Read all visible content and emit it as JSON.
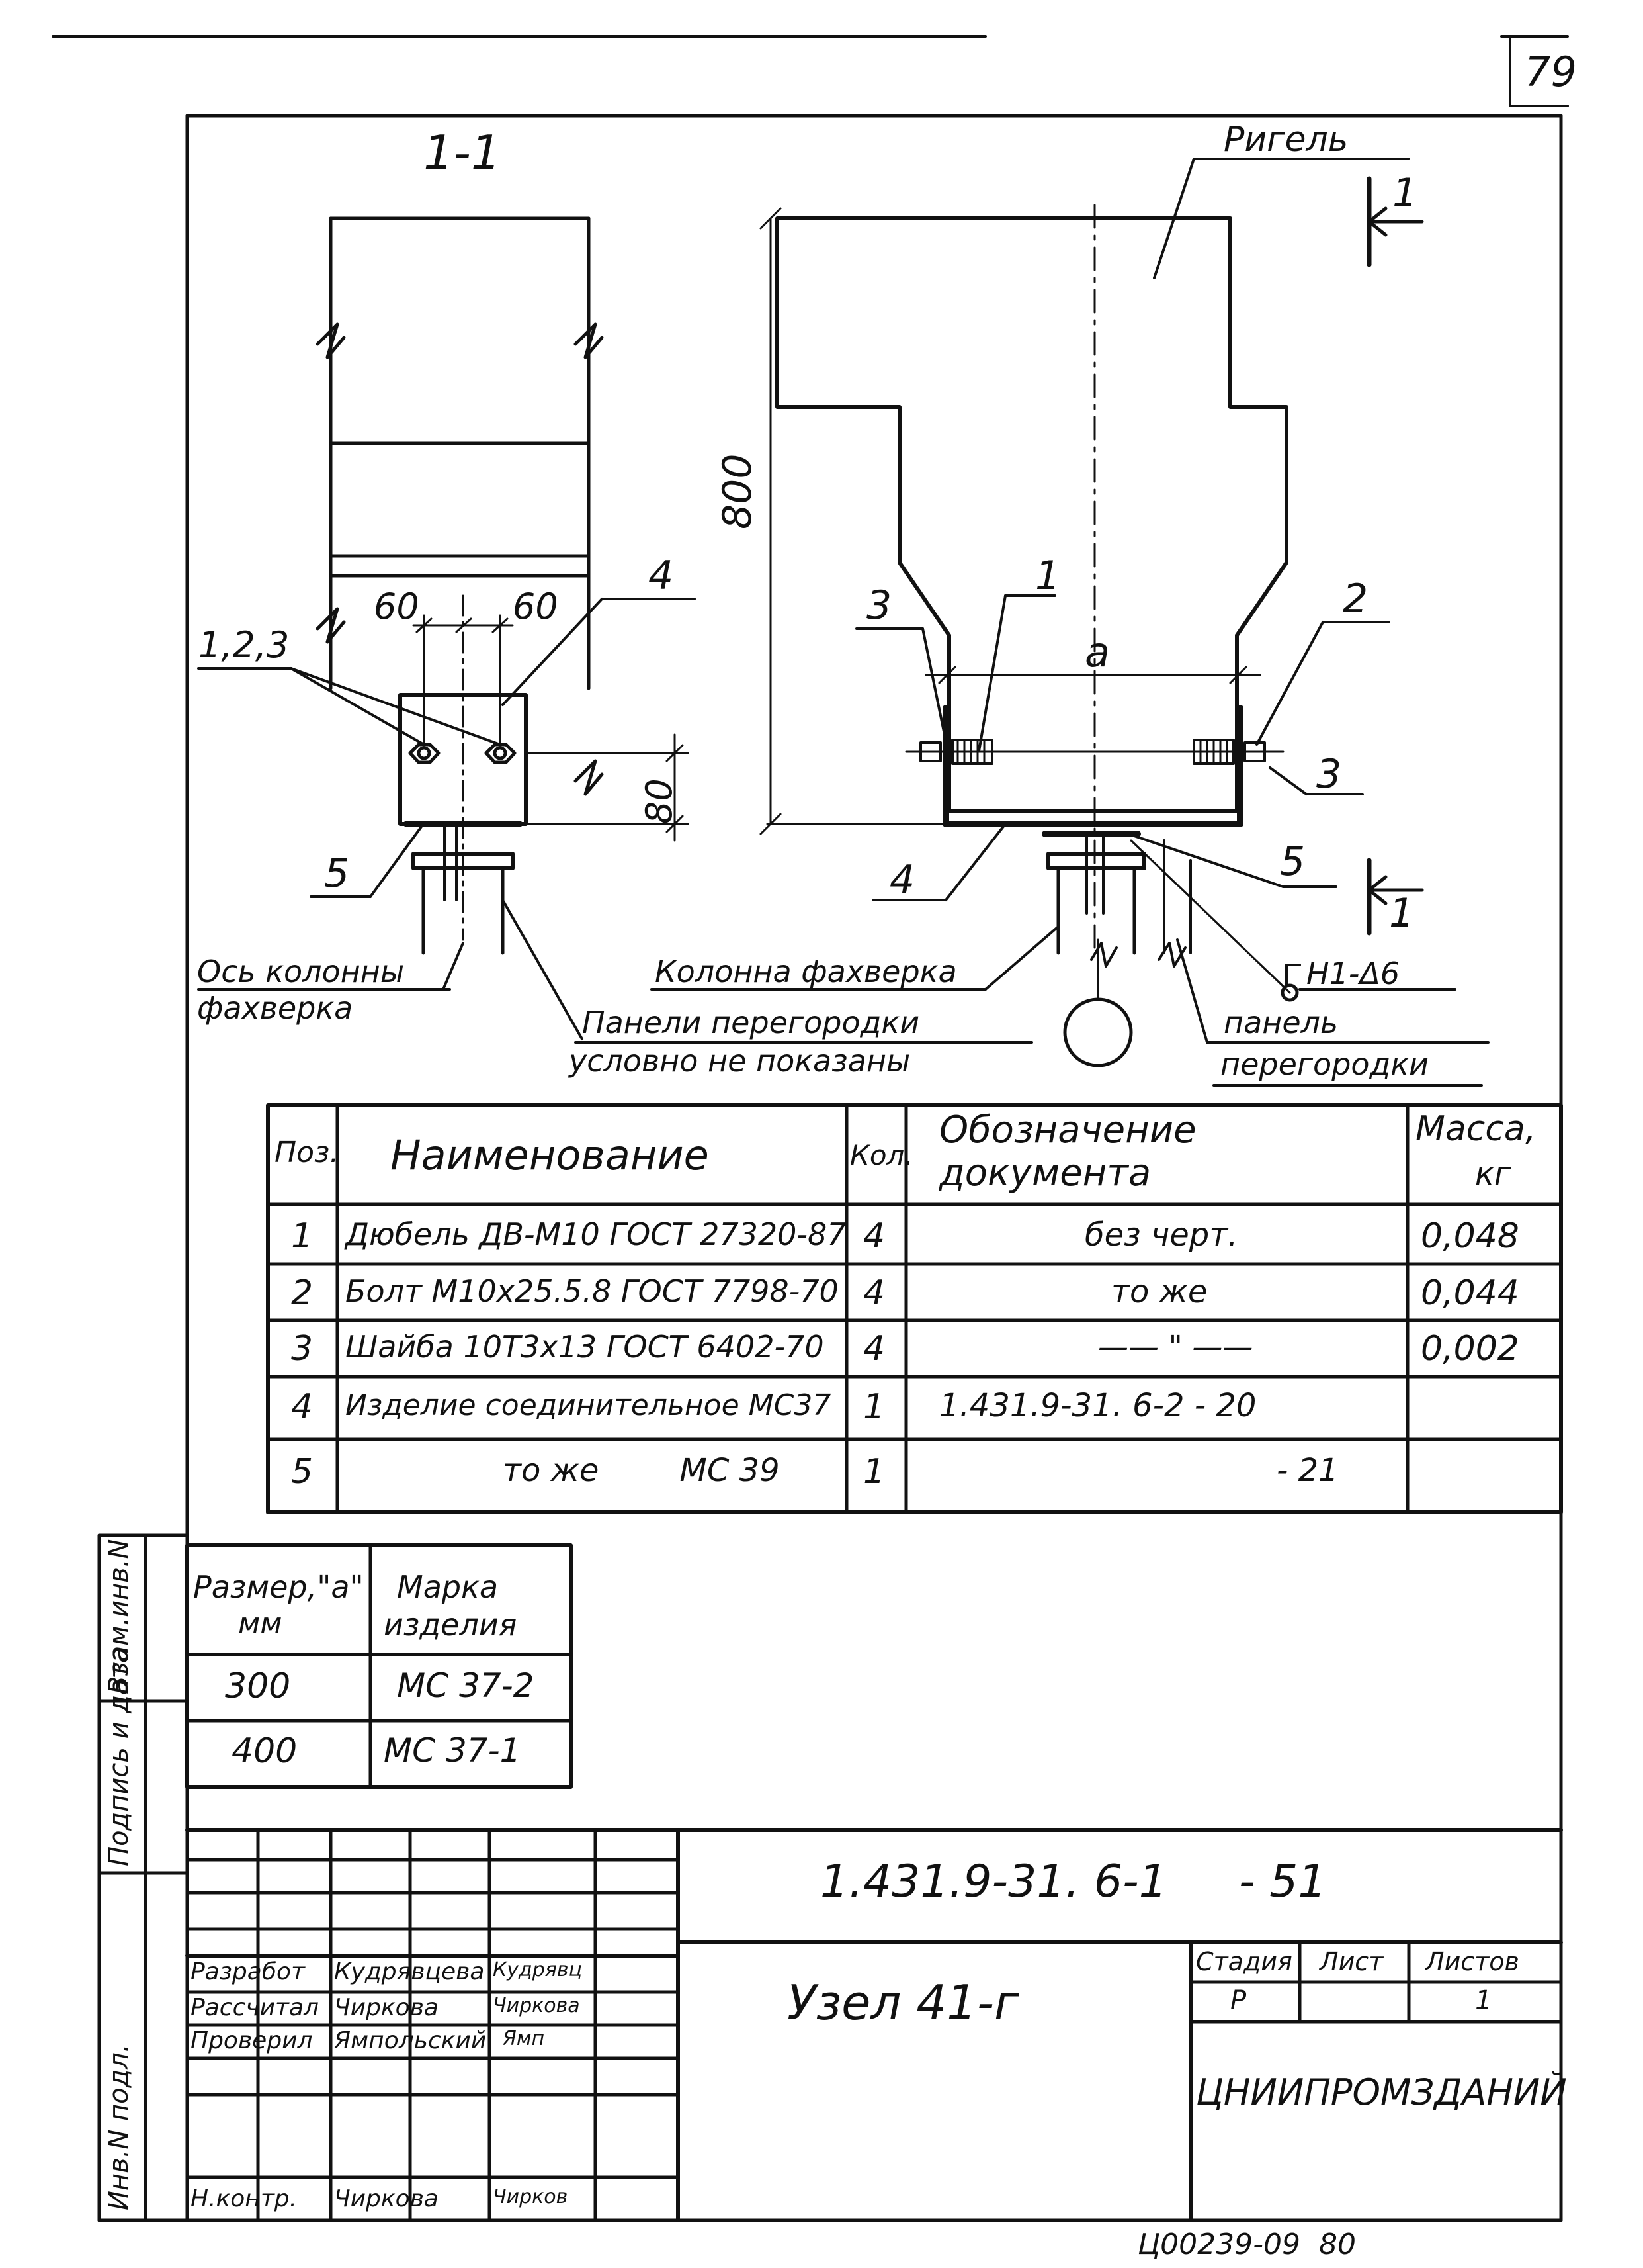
{
  "sheet": {
    "page_number": "79",
    "section_label": "1-1",
    "section_marker_top": "1",
    "section_marker_bottom": "1",
    "dimension_800": "800",
    "dimension_a": "a",
    "dimension_60_left": "60",
    "dimension_60_right": "60",
    "dimension_80": "80"
  },
  "callouts": {
    "rigel": "Ригель",
    "pos_123": "1,2,3",
    "pos_4_left": "4",
    "pos_5_left": "5",
    "pos_1_right": "1",
    "pos_2_right": "2",
    "pos_3_right_top": "3",
    "pos_3_right_bottom": "3",
    "pos_4_right": "4",
    "pos_5_right": "5",
    "axis_line1": "Ось колонны",
    "axis_line2": "фахверка",
    "column_fakhverk": "Колонна фахверка",
    "panels_line1": "Панели перегородки",
    "panels_line2": "условно не показаны",
    "h_ref": "H1-Δ6",
    "panel_line1": "панель",
    "panel_line2": "перегородки"
  },
  "spec_table": {
    "headers": {
      "pos": "Поз.",
      "name": "Наименование",
      "qty": "Кол.",
      "doc_line1": "Обозначение",
      "doc_line2": "документа",
      "mass_line1": "Масса,",
      "mass_line2": "кг"
    },
    "rows": [
      {
        "pos": "1",
        "name": "Дюбель ДВ-М10 ГОСТ 27320-87",
        "qty": "4",
        "doc": "без черт.",
        "mass": "0,048"
      },
      {
        "pos": "2",
        "name": "Болт М10х25.5.8 ГОСТ 7798-70",
        "qty": "4",
        "doc": "то же",
        "mass": "0,044"
      },
      {
        "pos": "3",
        "name": "Шайба 10Т3х13 ГОСТ 6402-70",
        "qty": "4",
        "doc": "—— \" ——",
        "mass": "0,002"
      },
      {
        "pos": "4",
        "name": "Изделие соединительное МС37",
        "qty": "1",
        "doc": "1.431.9-31. 6-2   - 20",
        "mass": ""
      },
      {
        "pos": "5",
        "name": "то же        МС 39",
        "qty": "1",
        "doc": "- 21",
        "mass": ""
      }
    ]
  },
  "size_table": {
    "header_size_line1": "Размер,\"а\"",
    "header_size_line2": "мм",
    "header_mark_line1": "Марка",
    "header_mark_line2": "изделия",
    "rows": [
      {
        "size": "300",
        "mark": "МС 37-2"
      },
      {
        "size": "400",
        "mark": "МС 37-1"
      }
    ]
  },
  "side_stamp": {
    "inv_podl": "Инв.N подл.",
    "podpis": "Подпись и дата",
    "vzam": "Взам.инв.N"
  },
  "title_block": {
    "doc_code": "1.431.9-31. 6-1     - 51",
    "title": "Узел 41-г",
    "stage_label": "Стадия",
    "sheet_label": "Лист",
    "sheets_label": "Листов",
    "stage_value": "Р",
    "sheets_value": "1",
    "org": "ЦНИИПРОМЗДАНИЙ",
    "roles": [
      {
        "role": "Разработ",
        "name": "Кудрявцева",
        "sign": "Кудрявц"
      },
      {
        "role": "Рассчитал",
        "name": "Чиркова",
        "sign": "Чиркова"
      },
      {
        "role": "Проверил",
        "name": "Ямпольский",
        "sign": "Ямп"
      },
      {
        "role": "Н.контр.",
        "name": "Чиркова",
        "sign": "Чирков"
      }
    ]
  },
  "footer_code": "Ц00239-09  80"
}
